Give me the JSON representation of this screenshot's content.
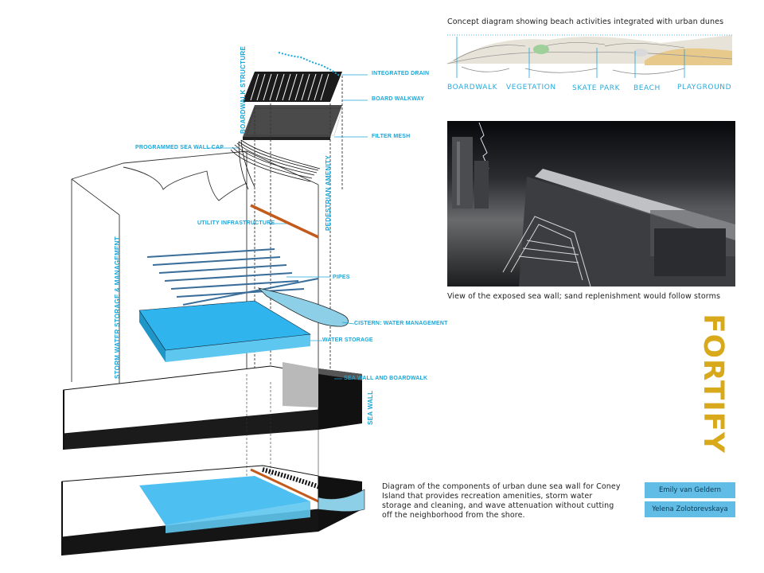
{
  "title": "FORTIFY",
  "authors": [
    "Emily van Geldern",
    "Yelena Zolotorevskaya"
  ],
  "concept": {
    "caption": "Concept diagram showing beach activities integrated with urban dunes",
    "labels": [
      "BOARDWALK",
      "VEGETATION",
      "SKATE PARK",
      "BEACH",
      "PLAYGROUND"
    ]
  },
  "photo": {
    "caption": "View of the exposed sea wall; sand replenishment would follow storms"
  },
  "diagram": {
    "caption": "Diagram of the components of urban dune sea wall for Coney Island that provides recreation amenities, storm water storage and cleaning, and wave attenuation without cutting off the neighborhood from the shore.",
    "vertical_labels": {
      "boardwalk_structure": "BOARDWALK STRUCTURE",
      "pedestrian_amenity": "PEDESTRIAN AMENITY",
      "storm_water": "STORM WATER STORAGE & MANAGEMENT",
      "sea_wall": "SEA WALL"
    },
    "labels": {
      "integrated_drain": "INTEGRATED DRAIN",
      "board_walkway": "BOARD WALKWAY",
      "filter_mesh": "FILTER MESH",
      "programmed_sea_wall_cap": "PROGRAMMED SEA WALL CAP",
      "utility_infrastructure": "UTILITY INFRASTRUCTURE",
      "pipes": "PIPES",
      "cistern": "CISTERN: WATER MANAGEMENT",
      "water_storage": "WATER STORAGE",
      "sea_wall_and_boardwalk": "SEA WALL AND BOARDWALK"
    }
  },
  "colors": {
    "accent_blue": "#1aa6d8",
    "water_blue": "#2fb4ee",
    "title_gold": "#d9a91c",
    "author_box": "#61bce6"
  }
}
